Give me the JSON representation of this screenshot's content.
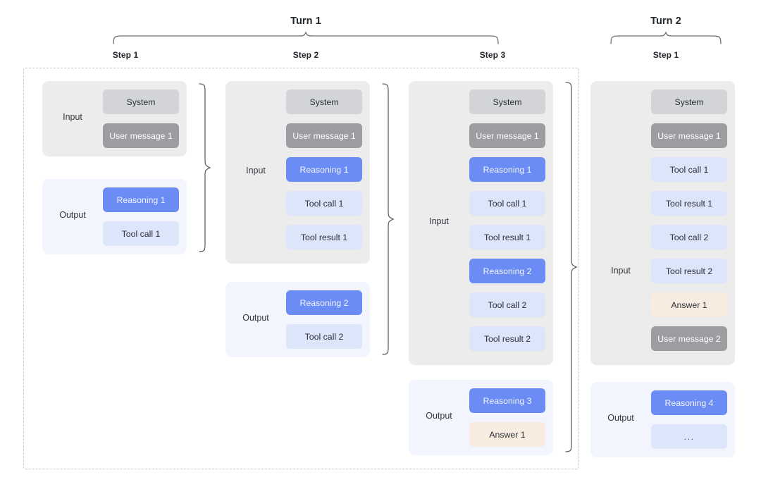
{
  "colors": {
    "system": "#d2d4d7",
    "user_message": "#9b9da1",
    "reasoning": "#6b8cf5",
    "tool": "#dde5fb",
    "answer": "#f8ece0",
    "panel_input": "#ececed",
    "panel_output": "#f2f5fd",
    "brace": "#5e636b",
    "dashed_boundary": "#c6c8cb"
  },
  "turns": [
    {
      "title": "Turn 1"
    },
    {
      "title": "Turn 2"
    }
  ],
  "steps": [
    {
      "title": "Step 1"
    },
    {
      "title": "Step 2"
    },
    {
      "title": "Step 3"
    },
    {
      "title": "Step 1"
    }
  ],
  "panel_labels": {
    "input": "Input",
    "output": "Output"
  },
  "columns": [
    {
      "turn": "Turn 1",
      "step": "Step 1",
      "input": [
        {
          "label": "System",
          "kind": "system"
        },
        {
          "label": "User message 1",
          "kind": "user"
        }
      ],
      "output": [
        {
          "label": "Reasoning 1",
          "kind": "reasoning"
        },
        {
          "label": "Tool call 1",
          "kind": "tool"
        }
      ]
    },
    {
      "turn": "Turn 1",
      "step": "Step 2",
      "input": [
        {
          "label": "System",
          "kind": "system"
        },
        {
          "label": "User message 1",
          "kind": "user"
        },
        {
          "label": "Reasoning 1",
          "kind": "reasoning"
        },
        {
          "label": "Tool call 1",
          "kind": "tool"
        },
        {
          "label": "Tool result 1",
          "kind": "tool"
        }
      ],
      "output": [
        {
          "label": "Reasoning 2",
          "kind": "reasoning"
        },
        {
          "label": "Tool call 2",
          "kind": "tool"
        }
      ]
    },
    {
      "turn": "Turn 1",
      "step": "Step 3",
      "input": [
        {
          "label": "System",
          "kind": "system"
        },
        {
          "label": "User message 1",
          "kind": "user"
        },
        {
          "label": "Reasoning 1",
          "kind": "reasoning"
        },
        {
          "label": "Tool call 1",
          "kind": "tool"
        },
        {
          "label": "Tool result 1",
          "kind": "tool"
        },
        {
          "label": "Reasoning 2",
          "kind": "reasoning"
        },
        {
          "label": "Tool call 2",
          "kind": "tool"
        },
        {
          "label": "Tool result 2",
          "kind": "tool"
        }
      ],
      "output": [
        {
          "label": "Reasoning 3",
          "kind": "reasoning"
        },
        {
          "label": "Answer 1",
          "kind": "answer"
        }
      ]
    },
    {
      "turn": "Turn 2",
      "step": "Step 1",
      "input": [
        {
          "label": "System",
          "kind": "system"
        },
        {
          "label": "User message 1",
          "kind": "user"
        },
        {
          "label": "Tool call 1",
          "kind": "tool"
        },
        {
          "label": "Tool result 1",
          "kind": "tool"
        },
        {
          "label": "Tool call 2",
          "kind": "tool"
        },
        {
          "label": "Tool result 2",
          "kind": "tool"
        },
        {
          "label": "Answer 1",
          "kind": "answer"
        },
        {
          "label": "User message 2",
          "kind": "user"
        }
      ],
      "output": [
        {
          "label": "Reasoning 4",
          "kind": "reasoning"
        },
        {
          "label": "...",
          "kind": "ellipsis"
        }
      ]
    }
  ]
}
